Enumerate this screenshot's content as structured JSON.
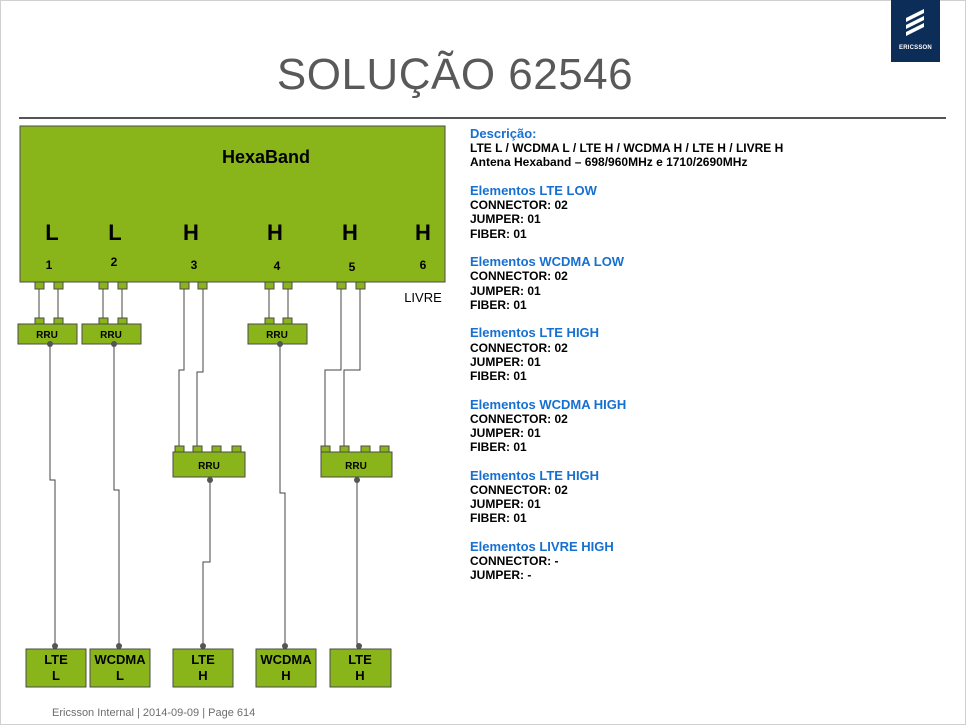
{
  "title": "SOLUÇÃO 62546",
  "logo_text": "ERICSSON",
  "footer": "Ericsson Internal  |  2014-09-09  |  Page 614",
  "antenna": {
    "name": "HexaBand",
    "bands": [
      "L",
      "L",
      "H",
      "H",
      "H",
      "H"
    ],
    "ports": [
      "1",
      "2",
      "3",
      "4",
      "5",
      "6"
    ],
    "livre_label": "LIVRE"
  },
  "rru_label": "RRU",
  "destinations": [
    {
      "line1": "LTE",
      "line2": "L"
    },
    {
      "line1": "WCDMA",
      "line2": "L"
    },
    {
      "line1": "LTE",
      "line2": "H"
    },
    {
      "line1": "WCDMA",
      "line2": "H"
    },
    {
      "line1": "LTE",
      "line2": "H"
    }
  ],
  "description": {
    "heading": "Descrição:",
    "lines": [
      "LTE L / WCDMA L / LTE H / WCDMA H / LTE H / LIVRE H",
      "Antena Hexaband – 698/960MHz  e  1710/2690MHz"
    ]
  },
  "sections": [
    {
      "heading": "Elementos LTE LOW",
      "lines": [
        "CONNECTOR: 02",
        "JUMPER: 01",
        "FIBER: 01"
      ]
    },
    {
      "heading": "Elementos WCDMA LOW",
      "lines": [
        "CONNECTOR: 02",
        "JUMPER: 01",
        "FIBER: 01"
      ]
    },
    {
      "heading": "Elementos LTE HIGH",
      "lines": [
        "CONNECTOR: 02",
        "JUMPER: 01",
        "FIBER: 01"
      ]
    },
    {
      "heading": "Elementos WCDMA HIGH",
      "lines": [
        "CONNECTOR: 02",
        "JUMPER: 01",
        "FIBER: 01"
      ]
    },
    {
      "heading": "Elementos LTE HIGH",
      "lines": [
        "CONNECTOR: 02",
        "JUMPER: 01",
        "FIBER: 01"
      ]
    },
    {
      "heading": "Elementos LIVRE HIGH",
      "lines": [
        "CONNECTOR: -",
        "JUMPER: -"
      ]
    }
  ]
}
